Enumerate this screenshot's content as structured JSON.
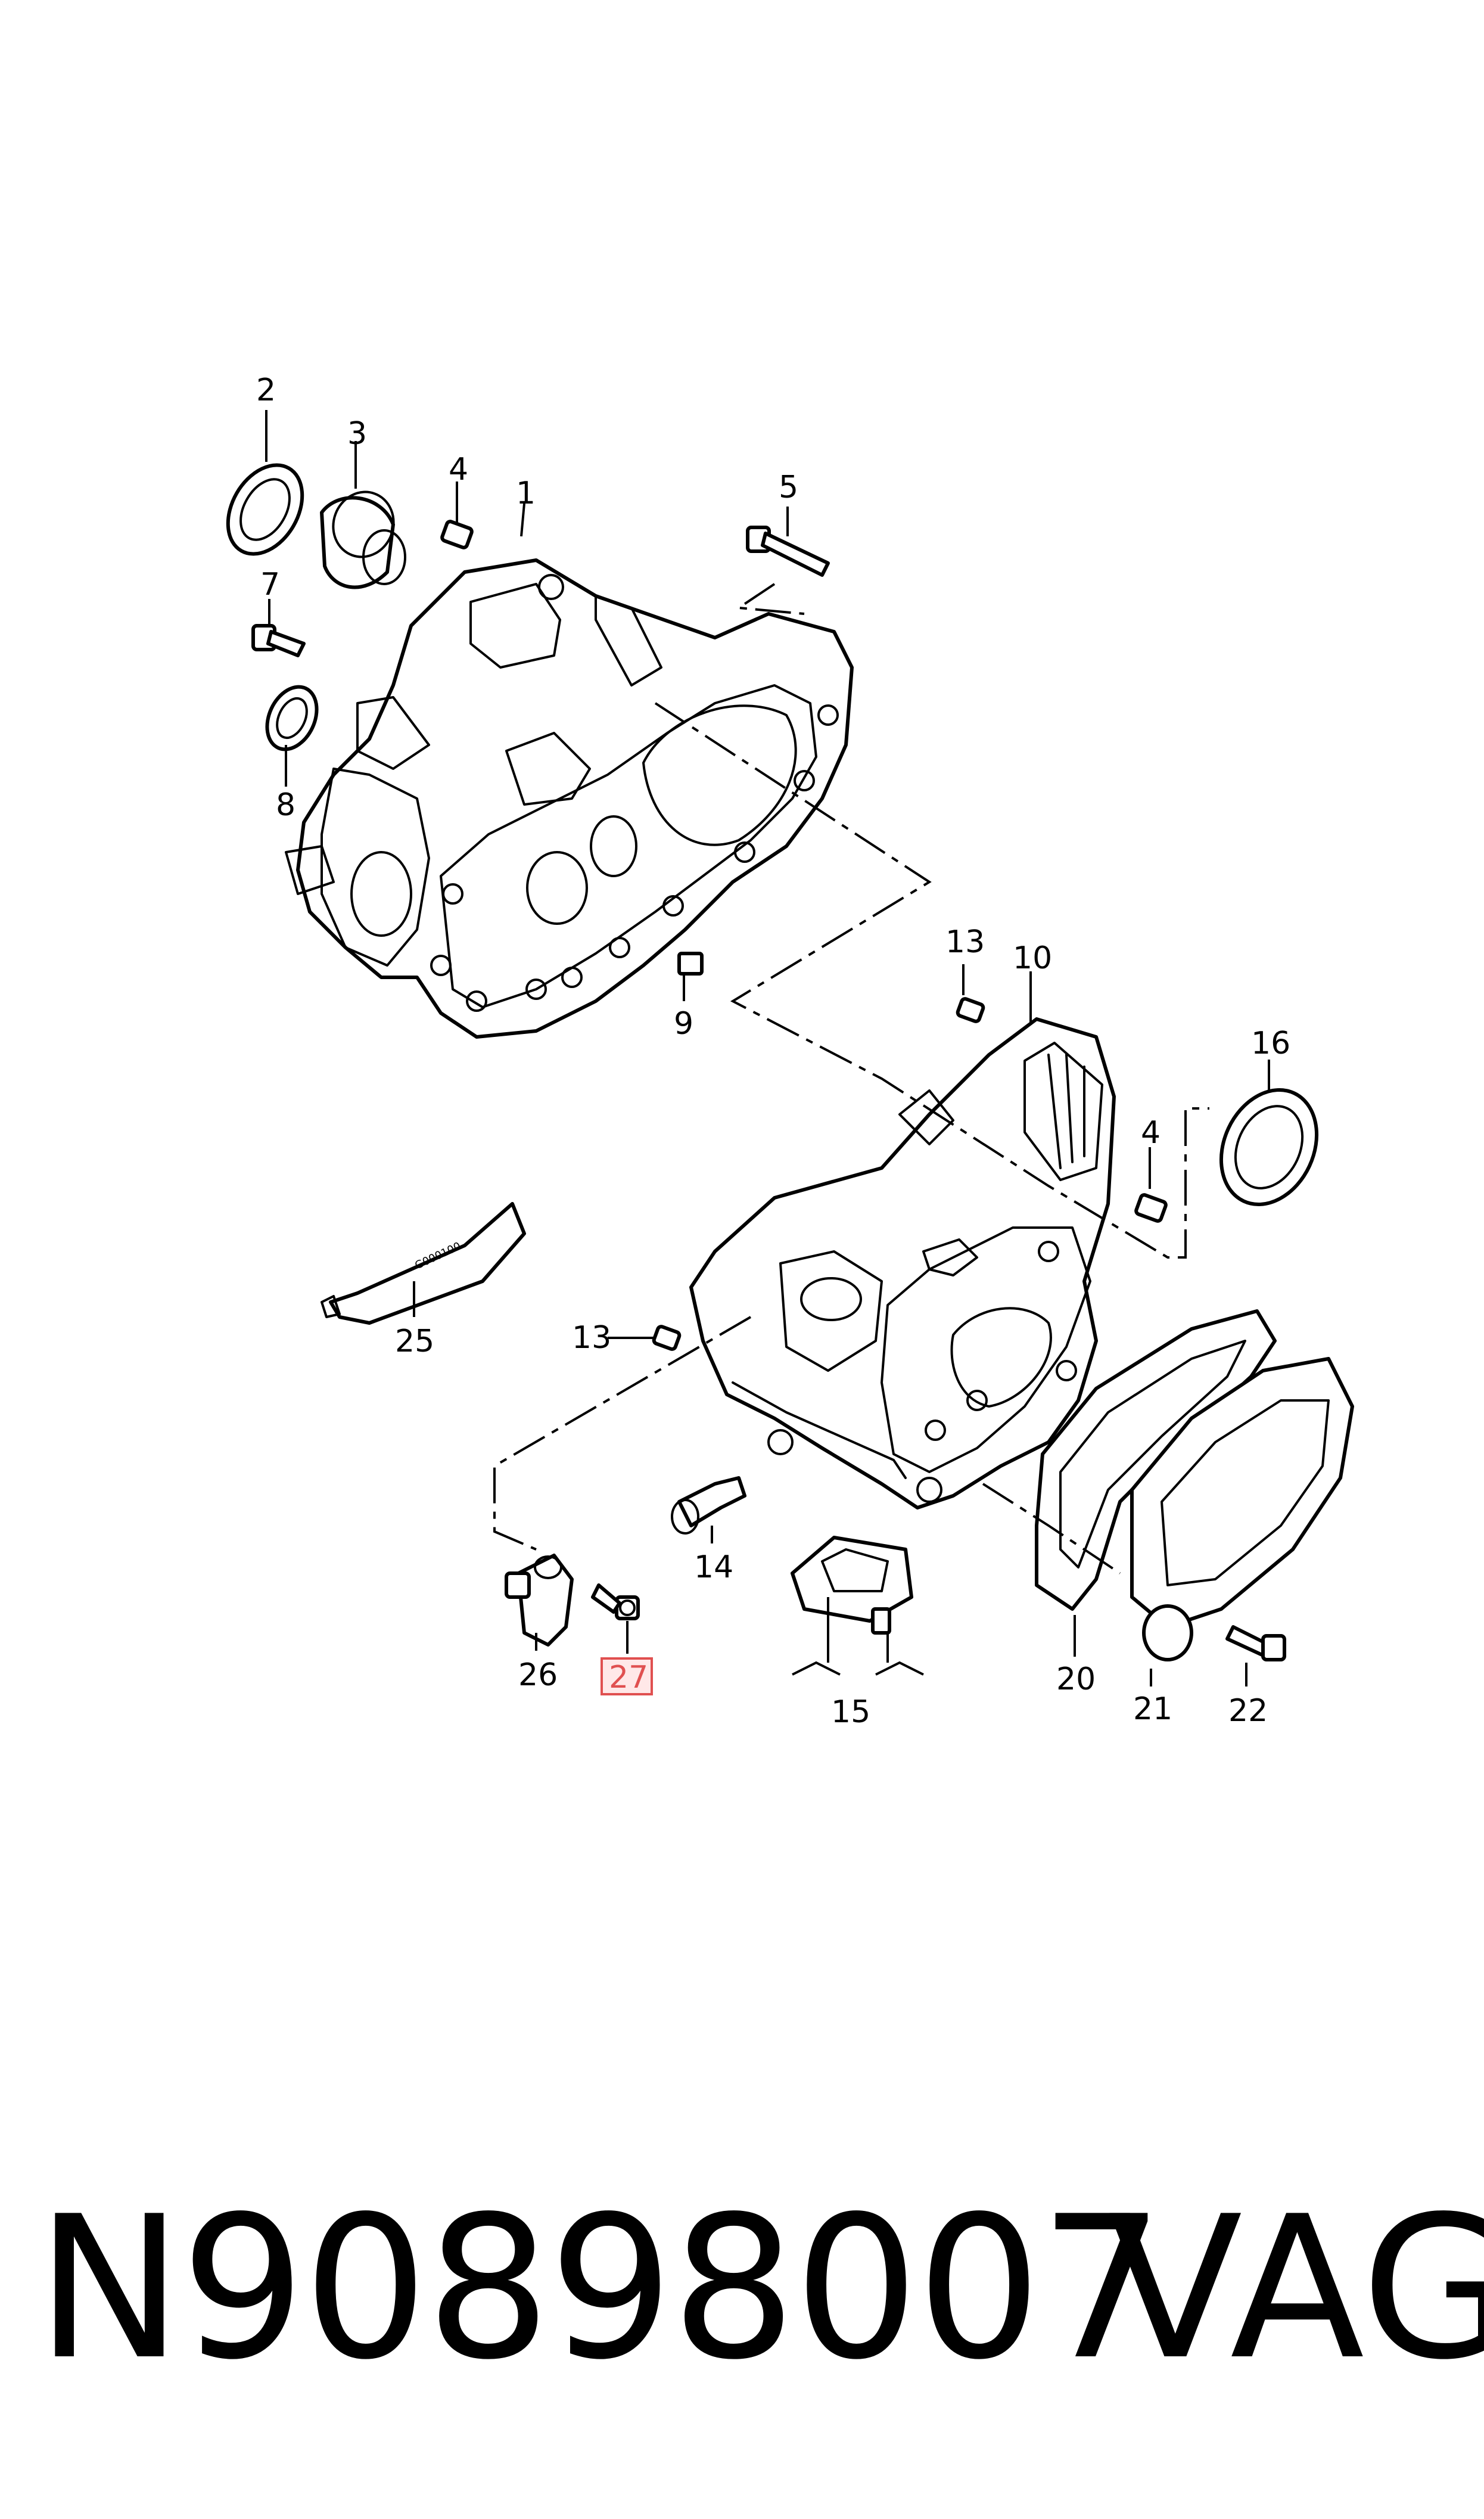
{
  "diagram": {
    "callouts": [
      {
        "id": "2",
        "label": "2"
      },
      {
        "id": "3",
        "label": "3"
      },
      {
        "id": "4a",
        "label": "4"
      },
      {
        "id": "1",
        "label": "1"
      },
      {
        "id": "5",
        "label": "5"
      },
      {
        "id": "7",
        "label": "7"
      },
      {
        "id": "8",
        "label": "8"
      },
      {
        "id": "9",
        "label": "9"
      },
      {
        "id": "13a",
        "label": "13"
      },
      {
        "id": "10",
        "label": "10"
      },
      {
        "id": "16",
        "label": "16"
      },
      {
        "id": "4b",
        "label": "4"
      },
      {
        "id": "25",
        "label": "25"
      },
      {
        "id": "13b",
        "label": "13"
      },
      {
        "id": "14",
        "label": "14"
      },
      {
        "id": "26",
        "label": "26"
      },
      {
        "id": "27",
        "label": "27"
      },
      {
        "id": "15",
        "label": "15"
      },
      {
        "id": "20",
        "label": "20"
      },
      {
        "id": "21",
        "label": "21"
      },
      {
        "id": "22",
        "label": "22"
      }
    ],
    "highlighted_callout": "27",
    "tube_text": "G000100",
    "highlight_color": "#e05050"
  },
  "footer": {
    "part_number": "N90898007",
    "brand": "VAG"
  }
}
